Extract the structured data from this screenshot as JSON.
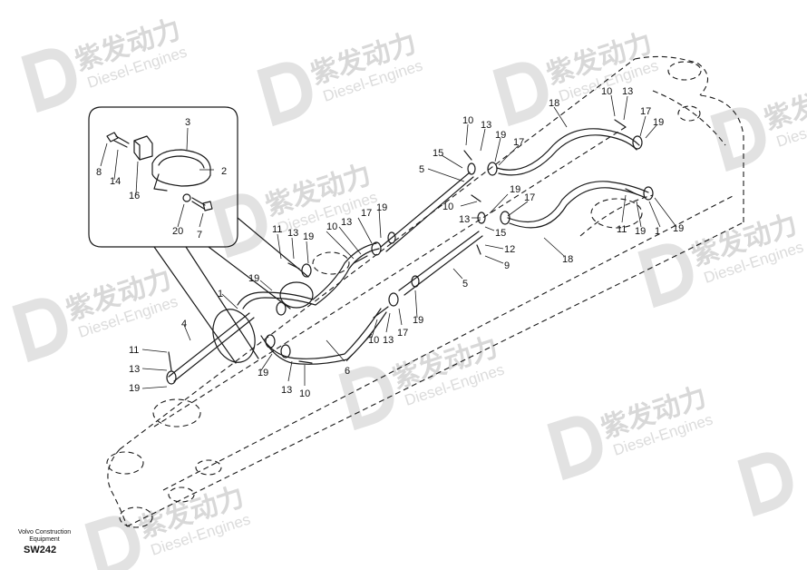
{
  "watermark": {
    "cn": "紫发动力",
    "en": "Diesel-Engines"
  },
  "footer": {
    "brand_line1": "Volvo Construction",
    "brand_line2": "Equipment",
    "code": "SW242"
  },
  "callouts": [
    "1",
    "2",
    "3",
    "4",
    "5",
    "5",
    "6",
    "7",
    "8",
    "9",
    "10",
    "10",
    "10",
    "10",
    "10",
    "10",
    "11",
    "11",
    "11",
    "12",
    "13",
    "13",
    "13",
    "13",
    "13",
    "13",
    "13",
    "13",
    "14",
    "15",
    "15",
    "16",
    "17",
    "17",
    "17",
    "17",
    "17",
    "18",
    "18",
    "19",
    "19",
    "19",
    "19",
    "19",
    "19",
    "19",
    "19",
    "19",
    "19",
    "20"
  ]
}
